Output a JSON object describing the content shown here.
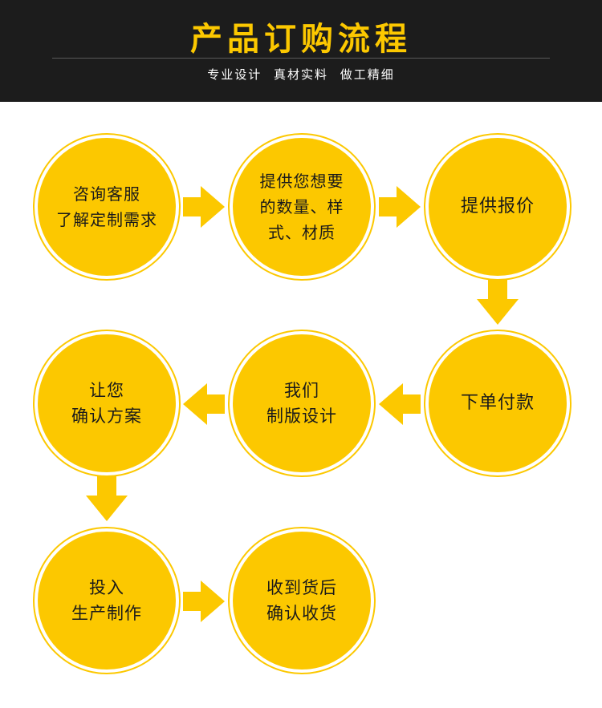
{
  "header": {
    "title": "产品订购流程",
    "subtitle": "专业设计 真材实料 做工精细"
  },
  "colors": {
    "accent": "#fcc800",
    "header_bg": "#1c1c1c",
    "text": "#1a1a1a"
  },
  "steps": [
    {
      "lines": [
        "咨询客服",
        "了解定制需求"
      ]
    },
    {
      "lines": [
        "提供您想要",
        "的数量、样",
        "式、材质"
      ]
    },
    {
      "lines": [
        "提供报价"
      ]
    },
    {
      "lines": [
        "下单付款"
      ]
    },
    {
      "lines": [
        "我们",
        "制版设计"
      ]
    },
    {
      "lines": [
        "让您",
        "确认方案"
      ]
    },
    {
      "lines": [
        "投入",
        "生产制作"
      ]
    },
    {
      "lines": [
        "收到货后",
        "确认收货"
      ]
    }
  ]
}
